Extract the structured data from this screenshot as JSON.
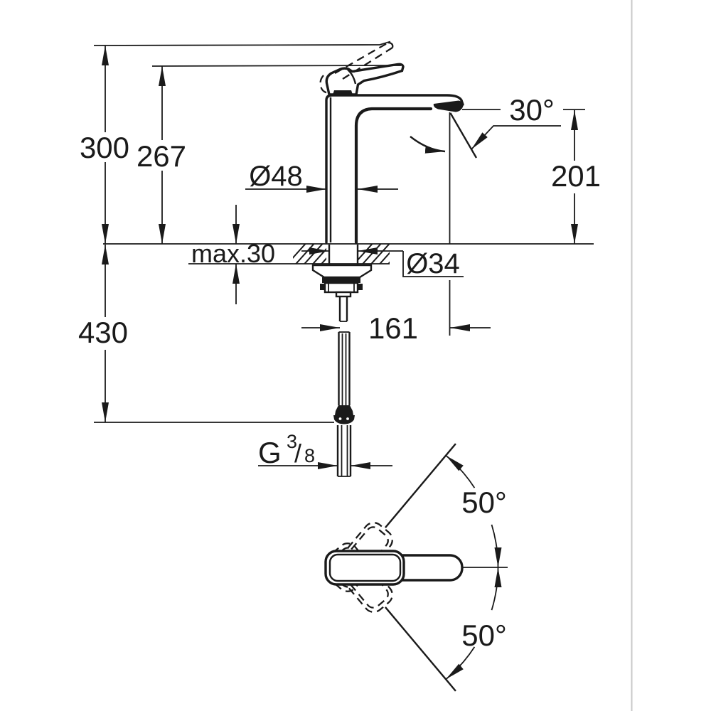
{
  "page": {
    "background": "#ffffff",
    "line_color": "#1a1a1a",
    "divider_color": "#c8c8c8"
  },
  "drawing": {
    "type": "technical-dimension-drawing",
    "subject": "single-lever basin mixer tap: side elevation with installation dimensions and top view of handle swivel range",
    "dimensions": {
      "overall_height": "300",
      "handle_height": "267",
      "body_diameter": "Ø48",
      "spout_angle": "30°",
      "spout_height": "201",
      "max_deck_thickness": "max.30",
      "hole_diameter": "Ø34",
      "spout_projection": "161",
      "supply_length": "430",
      "thread_g": "G",
      "thread_numerator": "3",
      "thread_slash": "/",
      "thread_denominator": "8",
      "handle_swivel_up": "50°",
      "handle_swivel_down": "50°"
    }
  }
}
